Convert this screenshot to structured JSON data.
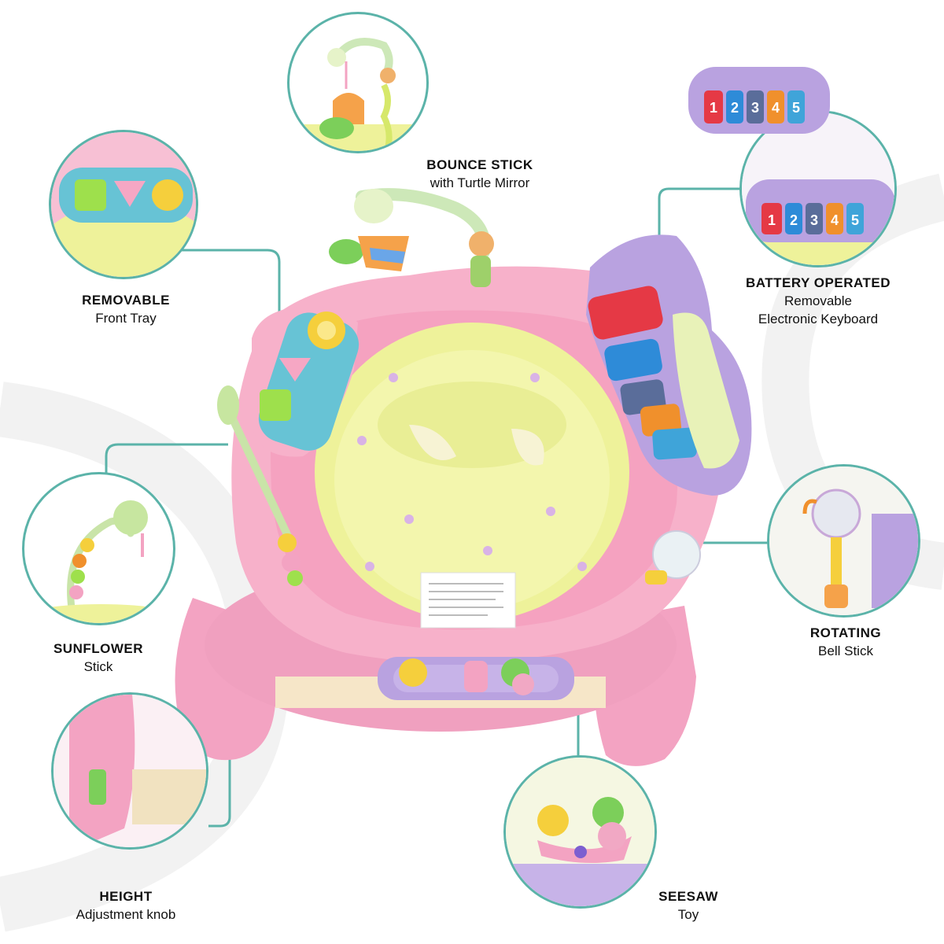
{
  "features": [
    {
      "id": "bounce-stick",
      "title": "BOUNCE STICK",
      "subtitle": "with Turtle Mirror",
      "icon": "turtle-mirror-icon"
    },
    {
      "id": "removable-tray",
      "title": "REMOVABLE",
      "subtitle": "Front Tray",
      "icon": "front-tray-icon"
    },
    {
      "id": "keyboard",
      "title": "BATTERY OPERATED",
      "subtitle": "Removable",
      "subtitle2": "Electronic Keyboard",
      "icon": "keyboard-icon"
    },
    {
      "id": "sunflower",
      "title": "SUNFLOWER",
      "subtitle": "Stick",
      "icon": "sunflower-icon"
    },
    {
      "id": "rotating",
      "title": "ROTATING",
      "subtitle": "Bell Stick",
      "icon": "bell-stick-icon"
    },
    {
      "id": "height",
      "title": "HEIGHT",
      "subtitle": "Adjustment knob",
      "icon": "height-knob-icon"
    },
    {
      "id": "seesaw",
      "title": "SEESAW",
      "subtitle": "Toy",
      "icon": "seesaw-icon"
    }
  ],
  "keyboard_keys": [
    "1",
    "2",
    "3",
    "4",
    "5"
  ],
  "colors": {
    "connector": "#5bb3a9",
    "body_pink": "#f4a7c4",
    "seat_yellow": "#eef29a",
    "keyboard_purple": "#b9a2e0"
  }
}
